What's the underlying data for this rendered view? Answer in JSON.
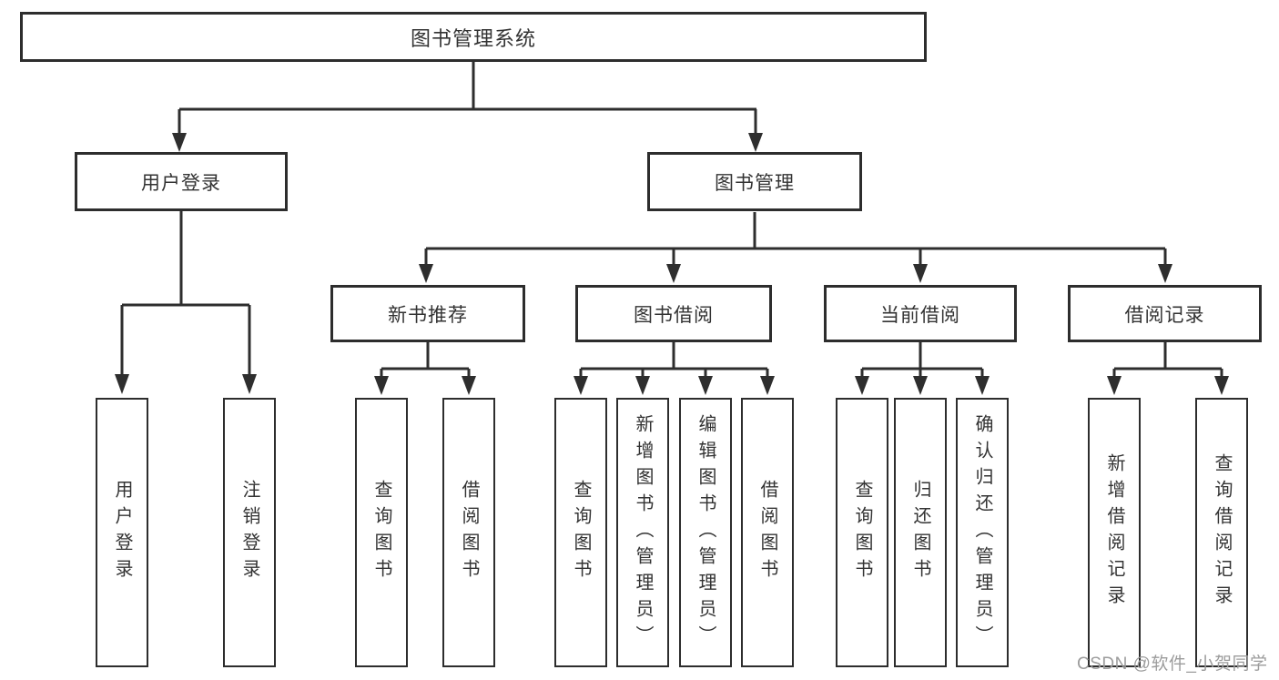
{
  "diagram": {
    "title": "图书管理系统",
    "line_color": "#2e2e2e",
    "nodes": {
      "root": "图书管理系统",
      "user_login": "用户登录",
      "book_mgmt": "图书管理",
      "new_books": "新书推荐",
      "book_borrow": "图书借阅",
      "current_borrow": "当前借阅",
      "borrow_records": "借阅记录"
    },
    "leaves": {
      "user_login": [
        "用户登录",
        "注销登录"
      ],
      "new_books": [
        "查询图书",
        "借阅图书"
      ],
      "book_borrow": [
        "查询图书",
        "新增图书（管理员）",
        "编辑图书（管理员）",
        "借阅图书"
      ],
      "current_borrow": [
        "查询图书",
        "归还图书",
        "确认归还（管理员）"
      ],
      "borrow_records": [
        "新增借阅记录",
        "查询借阅记录"
      ]
    },
    "watermark": "CSDN @软件_小贺同学"
  }
}
